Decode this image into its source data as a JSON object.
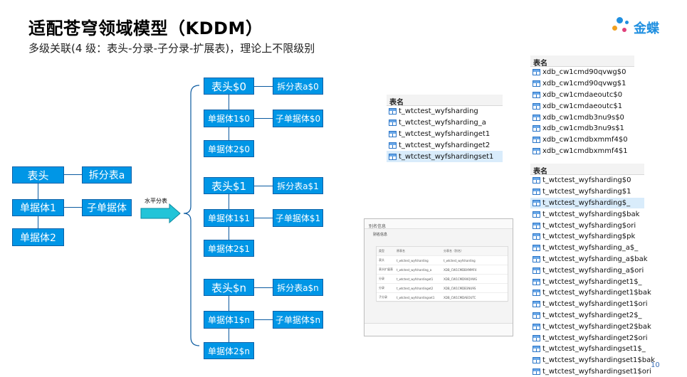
{
  "header": {
    "title": "适配苍穹领域模型（KDDM）",
    "subtitle": "多级关联(4 级：表头-分录-子分录-扩展表)，理论上不限级别"
  },
  "logo": {
    "text": "金蝶",
    "colors": [
      "#1f8fe0",
      "#f0a020",
      "#e0407a"
    ]
  },
  "diagram": {
    "left": {
      "header": "表头",
      "split": "拆分表a",
      "entry": "单据体1",
      "subentry": "子单据体",
      "entry2": "单据体2"
    },
    "arrow_label": "水平分表",
    "groups": [
      {
        "header": "表头$0",
        "split": "拆分表a$0",
        "entry1": "单据体1$0",
        "sub": "子单据体$0",
        "entry2": "单据体2$0"
      },
      {
        "header": "表头$1",
        "split": "拆分表a$1",
        "entry1": "单据体1$1",
        "sub": "子单据体$1",
        "entry2": "单据体2$1"
      },
      {
        "header": "表头$n",
        "split": "拆分表a$n",
        "entry1": "单据体1$n",
        "sub": "子单据体$n",
        "entry2": "单据体2$n"
      }
    ],
    "box_color": "#0096e6",
    "arrow_color": "#22c4d8"
  },
  "panel_middle": {
    "header": "表名",
    "rows": [
      "t_wtctest_wyfsharding",
      "t_wtctest_wyfsharding_a",
      "t_wtctest_wyfshardinget1",
      "t_wtctest_wyfshardinget2",
      "t_wtctest_wyfshardingset1"
    ],
    "selected": 4
  },
  "panel_right_top": {
    "header": "表名",
    "rows": [
      "xdb_cw1cmd90qvwg$0",
      "xdb_cw1cmd90qvwg$1",
      "xdb_cw1cmdaeoutc$0",
      "xdb_cw1cmdaeoutc$1",
      "xdb_cw1cmdb3nu9s$0",
      "xdb_cw1cmdb3nu9s$1",
      "xdb_cw1cmdbxmmf4$0",
      "xdb_cw1cmdbxmmf4$1"
    ]
  },
  "panel_right_bottom": {
    "header": "表名",
    "rows": [
      "t_wtctest_wyfsharding$0",
      "t_wtctest_wyfsharding$1",
      "t_wtctest_wyfsharding$_",
      "t_wtctest_wyfsharding$bak",
      "t_wtctest_wyfsharding$ori",
      "t_wtctest_wyfsharding$pk",
      "t_wtctest_wyfsharding_a$_",
      "t_wtctest_wyfsharding_a$bak",
      "t_wtctest_wyfsharding_a$ori",
      "t_wtctest_wyfshardinget1$_",
      "t_wtctest_wyfshardinget1$bak",
      "t_wtctest_wyfshardinget1$ori",
      "t_wtctest_wyfshardinget2$_",
      "t_wtctest_wyfshardinget2$bak",
      "t_wtctest_wyfshardinget2$ori",
      "t_wtctest_wyfshardingset1$_",
      "t_wtctest_wyfshardingset1$bak",
      "t_wtctest_wyfshardingset1$ori"
    ],
    "selected": 2
  },
  "dialog": {
    "title": "别名信息",
    "section": "别名信息",
    "columns": [
      "类型",
      "原表名",
      "分表名（别名）"
    ],
    "rows": [
      [
        "表头",
        "t_wtctest_wyfsharding",
        "t_wtctest_wyfsharding"
      ],
      [
        "表头扩展表",
        "t_wtctest_wyfsharding_a",
        "XDB_CW1CMDBXMMF4"
      ],
      [
        "分录",
        "t_wtctest_wyfshardinget1",
        "XDB_CW1CMD90QVWG"
      ],
      [
        "分录",
        "t_wtctest_wyfshardinget2",
        "XDB_CW1CMDB3NU9S"
      ],
      [
        "子分录",
        "t_wtctest_wyfshardingset1",
        "XDB_CW1CMDAEOUTC"
      ]
    ]
  },
  "page_number": "10"
}
